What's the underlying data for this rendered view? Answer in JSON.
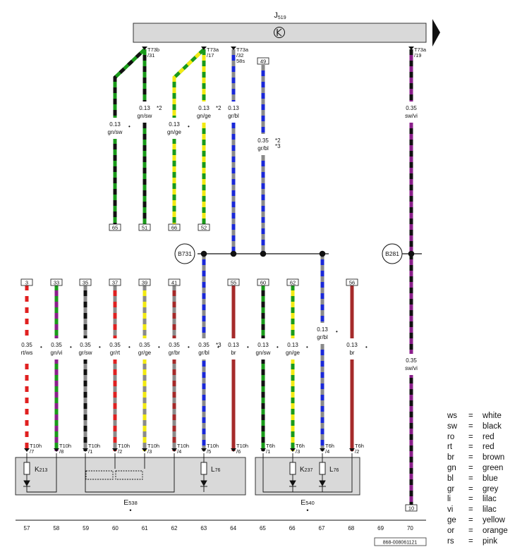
{
  "header": {
    "component": "J519",
    "component_base": "J",
    "component_sub": "519"
  },
  "connectors_top": [
    {
      "id": "w1",
      "label": "T73b",
      "pin": "/31"
    },
    {
      "id": "w3",
      "label": "T73a",
      "pin": "/17"
    },
    {
      "id": "w5",
      "label": "T73a",
      "pin": "/32",
      "extra": "58s"
    },
    {
      "id": "w15",
      "label": "T73a",
      "pin": "/19"
    }
  ],
  "splices": [
    {
      "id": "b731",
      "label": "B731",
      "base": "B",
      "sub": "731"
    },
    {
      "id": "b281",
      "label": "B281",
      "base": "B",
      "sub": "281"
    }
  ],
  "wires": [
    {
      "id": "w0",
      "size": "0.13",
      "color": "gn/sw",
      "dot": "•",
      "note": "",
      "term_top": "",
      "term_bottom": "65",
      "colors": [
        "#1a9a1a",
        "#111111"
      ]
    },
    {
      "id": "w1",
      "size": "0.13",
      "color": "gn/sw",
      "dot": "",
      "note": "*2",
      "term_top": "",
      "term_bottom": "51",
      "colors": [
        "#1a9a1a",
        "#111111"
      ]
    },
    {
      "id": "w2",
      "size": "0.13",
      "color": "gn/ge",
      "dot": "•",
      "note": "",
      "term_top": "",
      "term_bottom": "66",
      "colors": [
        "#1a9a1a",
        "#f2ea12"
      ]
    },
    {
      "id": "w3",
      "size": "0.13",
      "color": "gn/ge",
      "dot": "",
      "note": "*2",
      "term_top": "",
      "term_bottom": "52",
      "colors": [
        "#1a9a1a",
        "#f2ea12"
      ]
    },
    {
      "id": "w4",
      "size": "0.13",
      "color": "gr/bl",
      "dot": "",
      "note": "",
      "term_top": "",
      "term_bottom": "",
      "colors": [
        "#8a8a8a",
        "#1a28d8"
      ]
    },
    {
      "id": "w5",
      "size": "0.35",
      "color": "gr/bl",
      "dot": "",
      "note": "*2",
      "note2": "*3",
      "term_top": "49",
      "term_bottom": "",
      "colors": [
        "#8a8a8a",
        "#1a28d8"
      ]
    },
    {
      "id": "w6",
      "size": "0.35",
      "color": "rt/ws",
      "dot": "•",
      "note": "",
      "term_top": "3",
      "conn": "T10h",
      "pin": "/7",
      "colors": [
        "#e02020",
        "#ffffff"
      ]
    },
    {
      "id": "w7",
      "size": "0.35",
      "color": "gn/vi",
      "dot": "•",
      "note": "",
      "term_top": "33",
      "conn": "T10h",
      "pin": "/8",
      "colors": [
        "#1a9a1a",
        "#8a1f8a"
      ]
    },
    {
      "id": "w8",
      "size": "0.35",
      "color": "gr/sw",
      "dot": "•",
      "note": "",
      "term_top": "35",
      "conn": "T10h",
      "pin": "/1",
      "colors": [
        "#8a8a8a",
        "#111111"
      ]
    },
    {
      "id": "w9",
      "size": "0.35",
      "color": "gr/rt",
      "dot": "•",
      "note": "",
      "term_top": "37",
      "conn": "T10h",
      "pin": "/2",
      "colors": [
        "#8a8a8a",
        "#e02020"
      ]
    },
    {
      "id": "w10",
      "size": "0.35",
      "color": "gr/ge",
      "dot": "•",
      "note": "",
      "term_top": "39",
      "conn": "T10h",
      "pin": "/3",
      "colors": [
        "#8a8a8a",
        "#f2ea12"
      ]
    },
    {
      "id": "w11",
      "size": "0.35",
      "color": "gr/br",
      "dot": "•",
      "note": "",
      "term_top": "41",
      "conn": "T10h",
      "pin": "/4",
      "colors": [
        "#8a8a8a",
        "#a52a2a"
      ]
    },
    {
      "id": "w12",
      "size": "0.35",
      "color": "gr/bl",
      "dot": "•",
      "note": "*3",
      "term_top": "",
      "conn": "T10h",
      "pin": "/5",
      "colors": [
        "#8a8a8a",
        "#1a28d8"
      ]
    },
    {
      "id": "w13",
      "size": "0.13",
      "color": "br",
      "dot": "•",
      "note": "",
      "term_top": "55",
      "conn": "T10h",
      "pin": "/6",
      "colors": [
        "#a52a2a"
      ]
    },
    {
      "id": "w14",
      "size": "0.13",
      "color": "gn/sw",
      "dot": "•",
      "note": "",
      "term_top": "60",
      "conn": "T6h",
      "pin": "/1",
      "colors": [
        "#1a9a1a",
        "#111111"
      ]
    },
    {
      "id": "w16",
      "size": "0.13",
      "color": "gn/ge",
      "dot": "•",
      "note": "",
      "term_top": "62",
      "conn": "T6h",
      "pin": "/3",
      "colors": [
        "#1a9a1a",
        "#f2ea12"
      ]
    },
    {
      "id": "w17",
      "size": "0.13",
      "color": "gr/bl",
      "dot": "•",
      "note": "",
      "term_top": "",
      "conn": "T6h",
      "pin": "/4",
      "colors": [
        "#8a8a8a",
        "#1a28d8"
      ]
    },
    {
      "id": "w18",
      "size": "0.13",
      "color": "br",
      "dot": "•",
      "note": "",
      "term_top": "56",
      "conn": "T6h",
      "pin": "/2",
      "colors": [
        "#a52a2a"
      ]
    },
    {
      "id": "w15a",
      "size": "0.35",
      "color": "sw/vi",
      "dot": "",
      "note": "",
      "term_top": "",
      "colors": [
        "#111111",
        "#8a1f8a"
      ]
    },
    {
      "id": "w15b",
      "size": "0.35",
      "color": "sw/vi",
      "dot": "",
      "note": "",
      "term_bottom": "10",
      "colors": [
        "#111111",
        "#8a1f8a"
      ]
    }
  ],
  "modules": [
    {
      "id": "e538",
      "label": "E538",
      "base": "E",
      "sub": "538",
      "dot": "•"
    },
    {
      "id": "e540",
      "label": "E540",
      "base": "E",
      "sub": "540",
      "dot": "•"
    }
  ],
  "components_in_modules": [
    {
      "id": "k213",
      "base": "K",
      "sub": "213"
    },
    {
      "id": "l76a",
      "base": "L",
      "sub": "76"
    },
    {
      "id": "k237",
      "base": "K",
      "sub": "237"
    },
    {
      "id": "l76b",
      "base": "L",
      "sub": "76"
    }
  ],
  "current_tracks": [
    "57",
    "58",
    "59",
    "60",
    "61",
    "62",
    "63",
    "64",
    "65",
    "66",
    "67",
    "68",
    "69",
    "70"
  ],
  "doc_number": "868-008061121",
  "legend": [
    {
      "code": "ws",
      "eq": "=",
      "meaning": "white"
    },
    {
      "code": "sw",
      "eq": "=",
      "meaning": "black"
    },
    {
      "code": "ro",
      "eq": "=",
      "meaning": "red"
    },
    {
      "code": "rt",
      "eq": "=",
      "meaning": "red"
    },
    {
      "code": "br",
      "eq": "=",
      "meaning": "brown"
    },
    {
      "code": "gn",
      "eq": "=",
      "meaning": "green"
    },
    {
      "code": "bl",
      "eq": "=",
      "meaning": "blue"
    },
    {
      "code": "gr",
      "eq": "=",
      "meaning": "grey"
    },
    {
      "code": "li",
      "eq": "=",
      "meaning": "lilac"
    },
    {
      "code": "vi",
      "eq": "=",
      "meaning": "lilac"
    },
    {
      "code": "ge",
      "eq": "=",
      "meaning": "yellow"
    },
    {
      "code": "or",
      "eq": "=",
      "meaning": "orange"
    },
    {
      "code": "rs",
      "eq": "=",
      "meaning": "pink"
    }
  ]
}
